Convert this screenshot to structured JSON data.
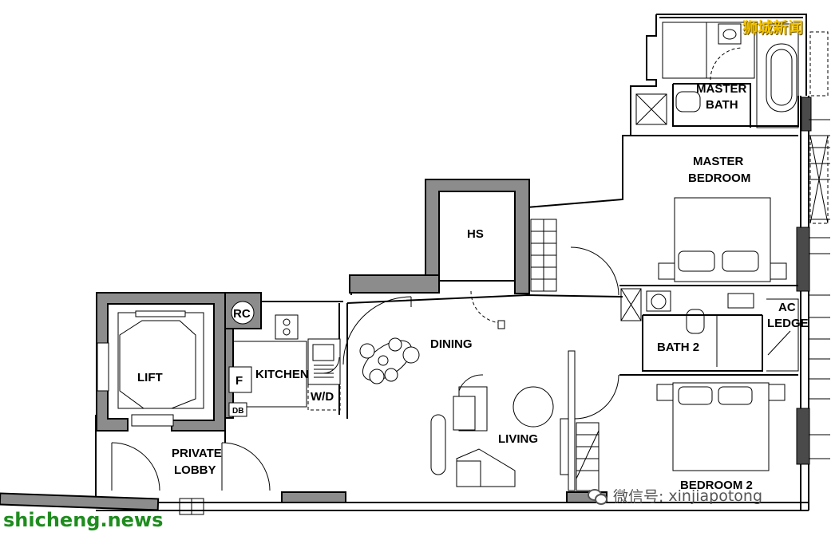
{
  "rooms": {
    "lift": "LIFT",
    "rc": "RC",
    "kitchen": "KITCHEN",
    "fridge": "F",
    "db": "DB",
    "wd": "W/D",
    "private_lobby_line1": "PRIVATE",
    "private_lobby_line2": "LOBBY",
    "hs": "HS",
    "dining": "DINING",
    "living": "LIVING",
    "master_bath_line1": "MASTER",
    "master_bath_line2": "BATH",
    "master_bedroom_line1": "MASTER",
    "master_bedroom_line2": "BEDROOM",
    "bath2": "BATH 2",
    "ac_ledge_line1": "AC",
    "ac_ledge_line2": "LEDGE",
    "bedroom2": "BEDROOM 2"
  },
  "watermarks": {
    "top_right": "狮城新闻",
    "bottom_left": "shicheng.news",
    "wechat_prefix": "微信号:",
    "wechat_id": "xinjiapotong"
  },
  "colors": {
    "wall_fill": "#8c8c8c",
    "watermark_yellow": "#f2c200",
    "watermark_green": "#1e8c1e"
  }
}
